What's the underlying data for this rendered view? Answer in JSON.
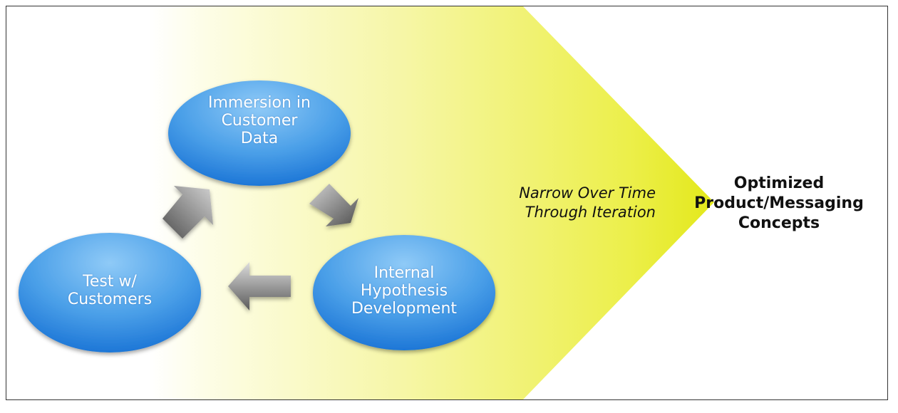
{
  "nodes": {
    "immersion": "Immersion in\nCustomer\nData",
    "hypothesis": "Internal\nHypothesis\nDevelopment",
    "test": "Test w/\nCustomers"
  },
  "funnel": {
    "label": "Narrow Over Time\nThrough Iteration"
  },
  "result": {
    "label": "Optimized\nProduct/Messaging\nConcepts"
  },
  "colors": {
    "ellipse_light": "#7cc0f5",
    "ellipse_dark": "#1a78d9",
    "funnel_start": "#ffffff",
    "funnel_end": "#e6ea1e",
    "arrow_light": "#c8c8c8",
    "arrow_dark": "#5a5a5a"
  },
  "icons": [
    "arrow-up-right-icon",
    "arrow-down-right-icon",
    "arrow-left-icon"
  ]
}
